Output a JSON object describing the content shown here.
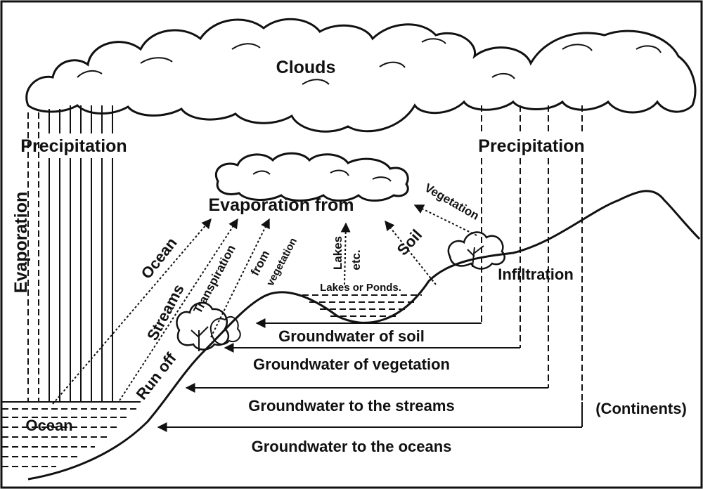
{
  "labels": {
    "clouds": "Clouds",
    "precipitation_left": "Precipitation",
    "precipitation_right": "Precipitation",
    "evaporation": "Evaporation",
    "evaporation_from": "Evaporation  from",
    "ocean_arrow": "Ocean",
    "streams": "Streams",
    "transpiration": "Transpiration",
    "from_vegetation_1": "from",
    "from_vegetation_2": "vegetation",
    "lakes": "Lakes",
    "etc": "etc.",
    "soil": "Soil",
    "vegetation": "Vegetation",
    "lakes_or_ponds": "Lakes or Ponds.",
    "infiltration": "Infiltration",
    "run_off": "Run off",
    "ocean": "Ocean",
    "continents": "(Continents)",
    "gw_soil": "Groundwater of soil",
    "gw_vegetation": "Groundwater of vegetation",
    "gw_streams": "Groundwater to the streams",
    "gw_oceans": "Groundwater to the oceans"
  }
}
